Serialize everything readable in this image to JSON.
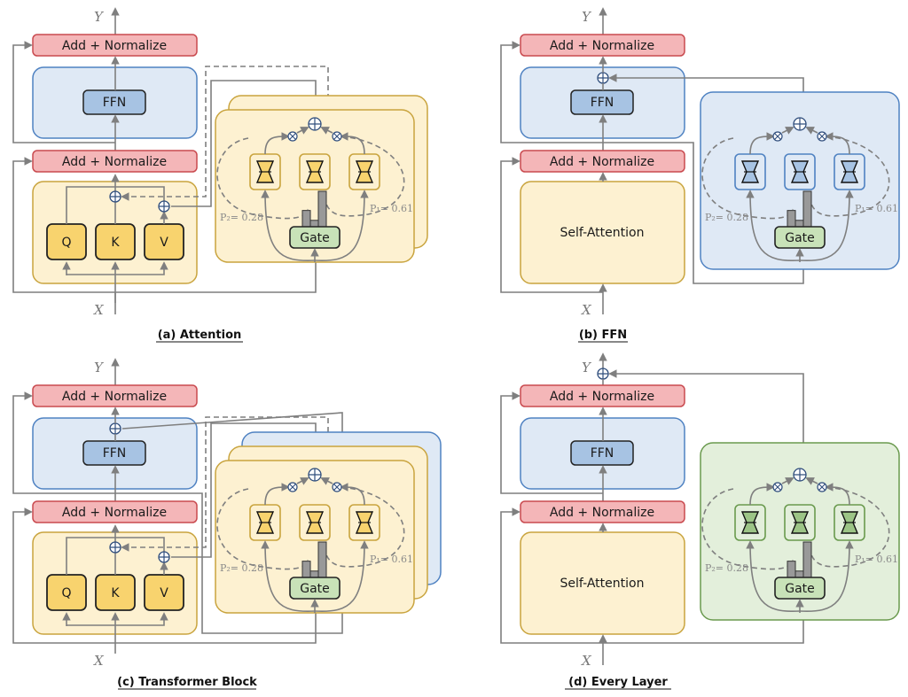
{
  "figure": {
    "panels": [
      {
        "caption": "(a) Attention",
        "output_label": "Y",
        "input_label": "X",
        "top_norm": "Add + Normalize",
        "mid_norm": "Add + Normalize",
        "ffn": "FFN",
        "qkv": [
          "Q",
          "K",
          "V"
        ],
        "gate": "Gate",
        "p1": "P₁= 0.61",
        "p2": "P₂= 0.28"
      },
      {
        "caption": "(b) FFN",
        "output_label": "Y",
        "input_label": "X",
        "top_norm": "Add + Normalize",
        "mid_norm": "Add + Normalize",
        "ffn": "FFN",
        "attention": "Self-Attention",
        "gate": "Gate",
        "p1": "P₁= 0.61",
        "p2": "P₂= 0.28"
      },
      {
        "caption": "(c) Transformer Block",
        "output_label": "Y",
        "input_label": "X",
        "top_norm": "Add + Normalize",
        "mid_norm": "Add + Normalize",
        "ffn": "FFN",
        "qkv": [
          "Q",
          "K",
          "V"
        ],
        "gate": "Gate",
        "p1": "P₁= 0.61",
        "p2": "P₂= 0.28"
      },
      {
        "caption": "(d) Every Layer",
        "output_label": "Y",
        "input_label": "X",
        "top_norm": "Add + Normalize",
        "mid_norm": "Add + Normalize",
        "ffn": "FFN",
        "attention": "Self-Attention",
        "gate": "Gate",
        "p1": "P₁= 0.61",
        "p2": "P₂= 0.28"
      }
    ],
    "gate_distribution": [
      0.28,
      0.11,
      0.61
    ],
    "colors": {
      "norm_fill": "#f4b6b8",
      "norm_stroke": "#c94a4f",
      "ffn_panel_fill": "#dfe9f5",
      "ffn_panel_stroke": "#4f82c2",
      "ffn_box_fill": "#a7c3e3",
      "attn_fill": "#fdf1d1",
      "attn_stroke": "#c9a43e",
      "qkv_fill": "#f8d36e",
      "gate_fill": "#c8e2b8",
      "green_fill": "#e3efdb",
      "green_stroke": "#6a9a4e",
      "line": "#7f7f7f",
      "op": "#2f4d7c"
    }
  }
}
